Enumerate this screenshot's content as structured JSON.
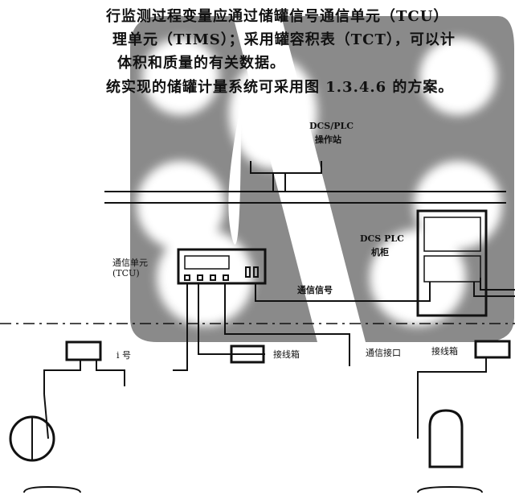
{
  "paragraph": {
    "lines": [
      "行监测过程变量应通过储罐信号通信单元（TCU）",
      "理单元（TIMS）；采用罐容积表（TCT），可以计",
      "体积和质量的有关数据。",
      "统实现的储罐计量系统可采用图 1.3.4.6 的方案。"
    ]
  },
  "diagram": {
    "operator_station": "DCS/PLC",
    "operator_station_sub": "操作站",
    "cabinet": "DCS PLC",
    "cabinet_sub": "机柜",
    "tcu_label": "通信单元",
    "tcu_label_sub": "(TCU)",
    "comm_signal": "通信信号",
    "junction_box_1": "接线箱",
    "comm_interface": "通信接口",
    "junction_box_2": "接线箱",
    "signal_left": "i    号"
  }
}
